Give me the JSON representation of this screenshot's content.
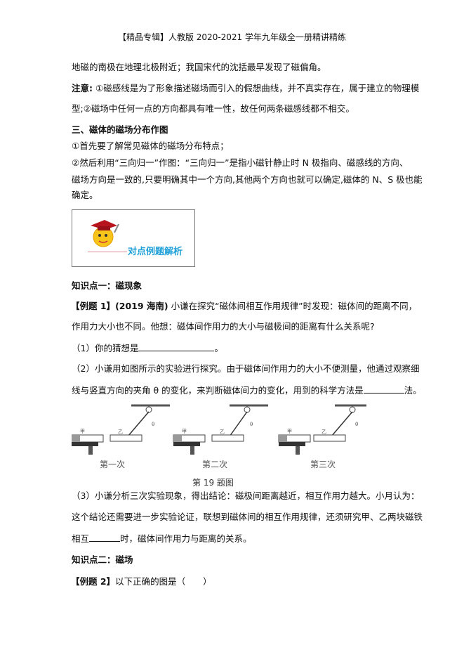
{
  "header": "【精品专辑】人教版 2020-2021 学年九年级全一册精讲精练",
  "para1": "地磁的南极在地理北极附近；我国宋代的沈括最早发现了磁偏角。",
  "note_label": "注意:",
  "note_line1": "①磁感线是为了形象描述磁场而引入的假想曲线，并不真实存在，属于建立的物理模",
  "note_line2": "型;②磁场中任何一点的方向都具有唯一性，故任何两条磁感线都不相交。",
  "section3_title": "三、磁体的磁场分布作图",
  "s3_line1": "①首先要了解常见磁体的磁场分布特点；",
  "s3_line2": "②然后利用“三向归一”作图：“三向归一”是指小磁针静止时 N 极指向、磁感线的方向、",
  "s3_line3": "磁场方向是一致的,只要明确其中一个方向,其他两个方向也就可以确定,磁体的 N、S 极也能",
  "s3_line4": "确定。",
  "banner_label": "对点例题解析",
  "kp1_title": "知识点一：磁现象",
  "ex1": {
    "tag": "【例题 1】",
    "source": "(2019 海南)",
    "line1": "小谦在探究“磁体间相互作用规律”时发现：磁体间的距离不同，",
    "line2": "作用力大小也不同。他想：磁体间作用力的大小与磁极间的距离有什么关系呢?",
    "q1_prefix": "（1）你的猜想是",
    "q1_suffix": "。",
    "q2_line1": "（2）小谦用如图所示的实验进行探究。由于磁体间作用力的大小不便测量，他通过观察细",
    "q2_line2_prefix": "线与竖直方向的夹角 θ 的变化，来判断磁体间力的变化，用到的科学方法是",
    "q2_line2_suffix": "法。",
    "figure": {
      "captions": [
        "第一次",
        "第二次",
        "第三次"
      ],
      "title": "第 19 题图",
      "label_a": "甲",
      "label_b": "乙",
      "label_theta": "θ"
    },
    "q3_line1": "（3）小谦分析三次实验现象，得出结论：磁极间距离越近，相互作用力越大。小月认为：",
    "q3_line2": "这个结论还需要进一步实验论证，联想到磁体间的相互作用规律，还须研究甲、乙两块磁铁",
    "q3_line3_prefix": "相互",
    "q3_line3_suffix": "时，磁体间作用力与距离的关系。"
  },
  "kp2_title": "知识点二：磁场",
  "ex2": {
    "tag": "【例题 2】",
    "text": "以下正确的图是（　　）"
  }
}
